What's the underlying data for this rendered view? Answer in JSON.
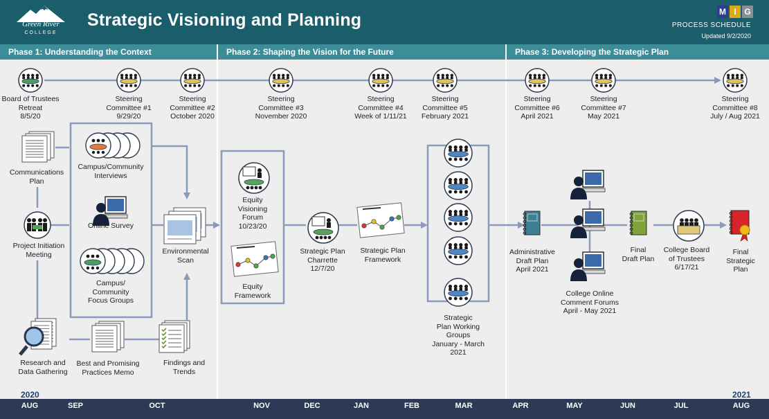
{
  "header": {
    "title": "Strategic Visioning and Planning",
    "logo_name": "Green River",
    "logo_sub": "COLLEGE",
    "badge_letters": [
      "M",
      "I",
      "G"
    ],
    "process_label": "PROCESS SCHEDULE",
    "updated": "Updated 9/2/2020"
  },
  "phases": [
    {
      "label": "Phase 1: Understanding the Context"
    },
    {
      "label": "Phase 2: Shaping the Vision for the Future"
    },
    {
      "label": "Phase 3: Developing the Strategic Plan"
    }
  ],
  "meetings": [
    {
      "lines": [
        "Board of Trustees",
        "Retreat",
        "8/5/20"
      ]
    },
    {
      "lines": [
        "Steering",
        "Committee #1",
        "9/29/20"
      ]
    },
    {
      "lines": [
        "Steering",
        "Committee #2",
        "October 2020"
      ]
    },
    {
      "lines": [
        "Steering",
        "Committee #3",
        "November 2020"
      ]
    },
    {
      "lines": [
        "Steering",
        "Committee #4",
        "Week of 1/11/21"
      ]
    },
    {
      "lines": [
        "Steering",
        "Committee #5",
        "February 2021"
      ]
    },
    {
      "lines": [
        "Steering",
        "Committee #6",
        "April 2021"
      ]
    },
    {
      "lines": [
        "Steering",
        "Committee #7",
        "May 2021"
      ]
    },
    {
      "lines": [
        "Steering",
        "Committee #8",
        "July / Aug 2021"
      ]
    }
  ],
  "phase1": {
    "communications_plan": [
      "Communications",
      "Plan"
    ],
    "project_initiation": [
      "Project Initiation",
      "Meeting"
    ],
    "research": [
      "Research and",
      "Data Gathering"
    ],
    "interviews": [
      "Campus/Community",
      "Interviews"
    ],
    "online_survey": [
      "Online Survey"
    ],
    "focus_groups": [
      "Campus/",
      "Community",
      "Focus Groups"
    ],
    "best_practices": [
      "Best and Promising",
      "Practices Memo"
    ],
    "environmental_scan": [
      "Environmental",
      "Scan"
    ],
    "findings": [
      "Findings and",
      "Trends"
    ]
  },
  "phase2": {
    "equity_forum": [
      "Equity",
      "Visioning",
      "Forum",
      "10/23/20"
    ],
    "equity_framework": [
      "Equity",
      "Framework"
    ],
    "charrette": [
      "Strategic Plan",
      "Charrette",
      "12/7/20"
    ],
    "framework": [
      "Strategic Plan",
      "Framework"
    ],
    "working_groups": [
      "Strategic",
      "Plan Working",
      "Groups",
      "January - March",
      "2021"
    ]
  },
  "phase3": {
    "admin_draft": [
      "Administrative",
      "Draft Plan",
      "April 2021"
    ],
    "online_forums": [
      "College Online",
      "Comment Forums",
      "April - May 2021"
    ],
    "final_draft": [
      "Final",
      "Draft Plan"
    ],
    "board": [
      "College Board",
      "of Trustees",
      "6/17/21"
    ],
    "final_plan": [
      "Final",
      "Strategic",
      "Plan"
    ]
  },
  "timeline": {
    "year_start": "2020",
    "year_end": "2021",
    "months": [
      "AUG",
      "SEP",
      "OCT",
      "NOV",
      "DEC",
      "JAN",
      "FEB",
      "MAR",
      "APR",
      "MAY",
      "JUN",
      "JUL",
      "AUG"
    ]
  },
  "colors": {
    "header": "#1b5e6b",
    "phase_bar": "#3d8d98",
    "panel": "#eeeeef",
    "footer": "#2c3a55",
    "connector": "#8a9ab8",
    "year_text": "#1c3f75",
    "badge_m": "#2d3f8a",
    "badge_i": "#d9a91c",
    "badge_g": "#8a8f96"
  },
  "icons": {
    "meeting": "meeting-table-icon",
    "document": "document-stack-icon",
    "computer": "computer-user-icon",
    "magnifier": "magnifier-icon",
    "checklist": "checklist-icon",
    "binder": "binder-icon",
    "certificate": "certificate-icon"
  }
}
